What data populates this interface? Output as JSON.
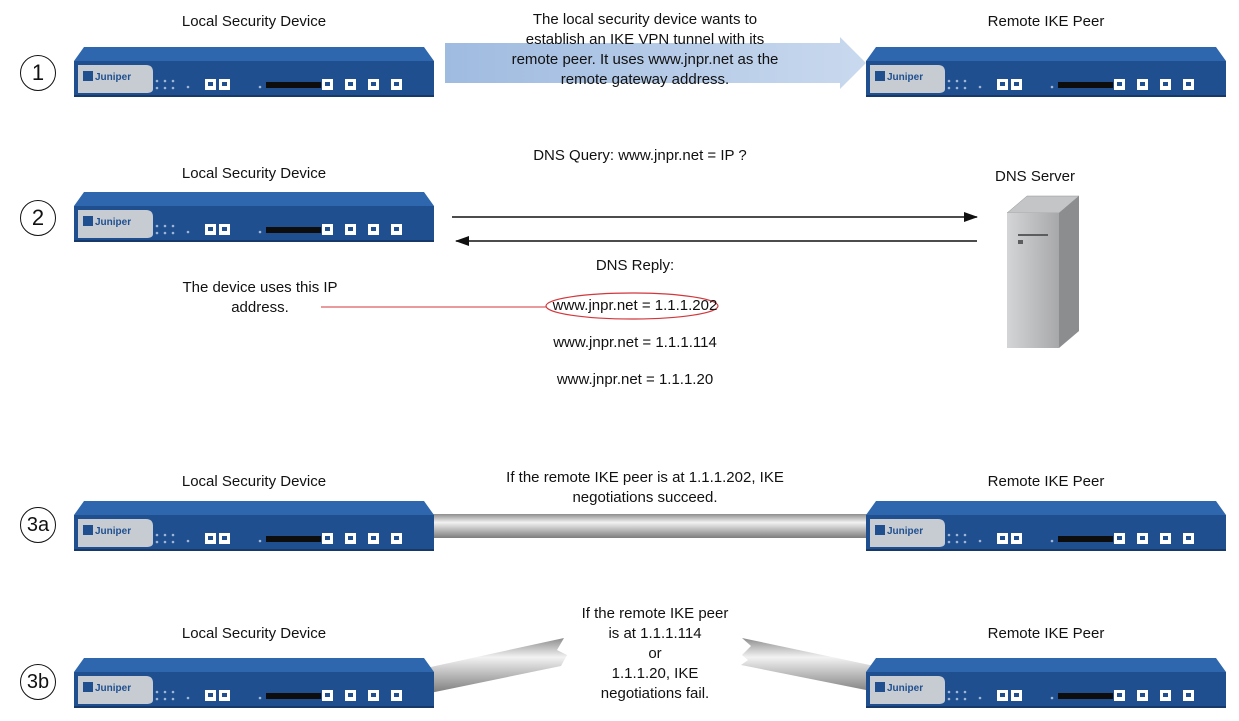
{
  "steps": [
    {
      "number": "1",
      "left_label": "Local Security Device",
      "right_label": "Remote IKE Peer",
      "message": [
        "The local security device wants to",
        "establish an IKE VPN tunnel with its",
        "remote peer. It uses www.jnpr.net as the",
        "remote gateway address."
      ]
    },
    {
      "number": "2",
      "left_label": "Local Security Device",
      "right_label": "DNS Server",
      "query": "DNS Query: www.jnpr.net = IP ?",
      "reply_title": "DNS Reply:",
      "replies": [
        "www.jnpr.net = 1.1.1.202",
        "www.jnpr.net = 1.1.1.114",
        "www.jnpr.net = 1.1.1.20"
      ],
      "note": [
        "The device uses this IP",
        "address."
      ]
    },
    {
      "number": "3a",
      "left_label": "Local Security Device",
      "right_label": "Remote IKE Peer",
      "message": [
        "If the remote IKE peer is at 1.1.1.202, IKE",
        "negotiations succeed."
      ]
    },
    {
      "number": "3b",
      "left_label": "Local Security Device",
      "right_label": "Remote IKE Peer",
      "message": [
        "If the remote IKE peer",
        "is at 1.1.1.114",
        "or",
        "1.1.1.20, IKE",
        "negotiations fail."
      ]
    }
  ],
  "device_brand": "Juniper",
  "colors": {
    "device_body": "#1f4f8f",
    "device_top": "#2e67ad",
    "arrow_fill": "#b9cde6",
    "tunnel": "#c8c8c8",
    "highlight": "#d3363b",
    "server": "#a9aaac"
  }
}
